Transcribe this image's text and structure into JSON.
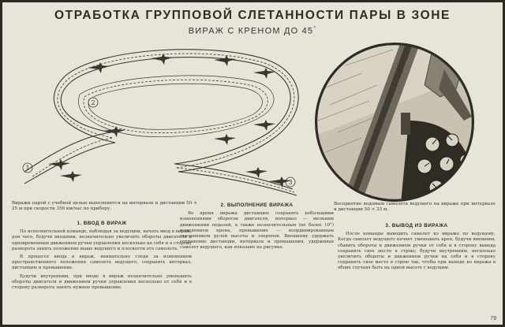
{
  "poster": {
    "title": "ОТРАБОТКА ГРУППОВОЙ СЛЕТАННОСТИ ПАРЫ В ЗОНЕ",
    "subtitle": "ВИРАЖ С КРЕНОМ ДО 45",
    "subtitle_degree": "°",
    "page_number": "79"
  },
  "labels": {
    "marker_1": "1",
    "marker_2": "2",
    "marker_3": "3"
  },
  "captions": {
    "left": "Виражи парой с учебной целью выполняются на интервале и дистанции 50 × 25 м при скорости 350 км/час по прибору.",
    "right": "Восприятие ведомым самолета ведущего на вираже при интервале и дистанции 50 × 25 м."
  },
  "sections": [
    {
      "header": "1. ВВОД В ВИРАЖ",
      "paragraphs": [
        "По исполнительной команде, наблюдая за ведущим, начать ввод в вираж, для чего, будучи внешним, незначительно увеличить обороты двигателя и одновременным движением ручки управления несколько на себя и в сторону разворота занять положение выше ведущего и плоскости его самолета.",
        "В процессе ввода в вираж, внимательно следя за изменением пространственного положения самолета ведущего, сохранить интервал, дистанцию и превышение.",
        "Будучи внутренним, при вводе в вираж незначительно уменьшить обороты двигателя и движением ручки управления несколько от себя и в сторону разворота занять нужное превышение."
      ]
    },
    {
      "header": "2. ВЫПОЛНЕНИЕ ВИРАЖА",
      "paragraphs": [
        "Во время виража дистанцию сохранять небольшими изменениями оборотов двигателя, интервал — мелкими движениями педалей, а также незначительным (не более 10°) изменением крена, превышение — координированным отклонением рулей высоты и элеронов. Внешнему удержать сохранение дистанции, интервала и превышения, удерживая самолет ведущего, как показано на рисунке."
      ]
    },
    {
      "header": "3. ВЫВОД ИЗ ВИРАЖА",
      "paragraphs": [
        "После команды выводить самолет из виража по ведущему. Когда самолет ведущего начнет уменьшать крен, будучи внешним, сбавить обороты и движением ручки от себя и в сторону вывода сохранить свое место в строю; будучи внутренним, несколько увеличить обороты и движением ручки на себя и в сторону сохранить свое место в строю так, чтобы при выводе из виража в обоих случаях быть на одной высоте с ведущим."
      ]
    }
  ]
}
